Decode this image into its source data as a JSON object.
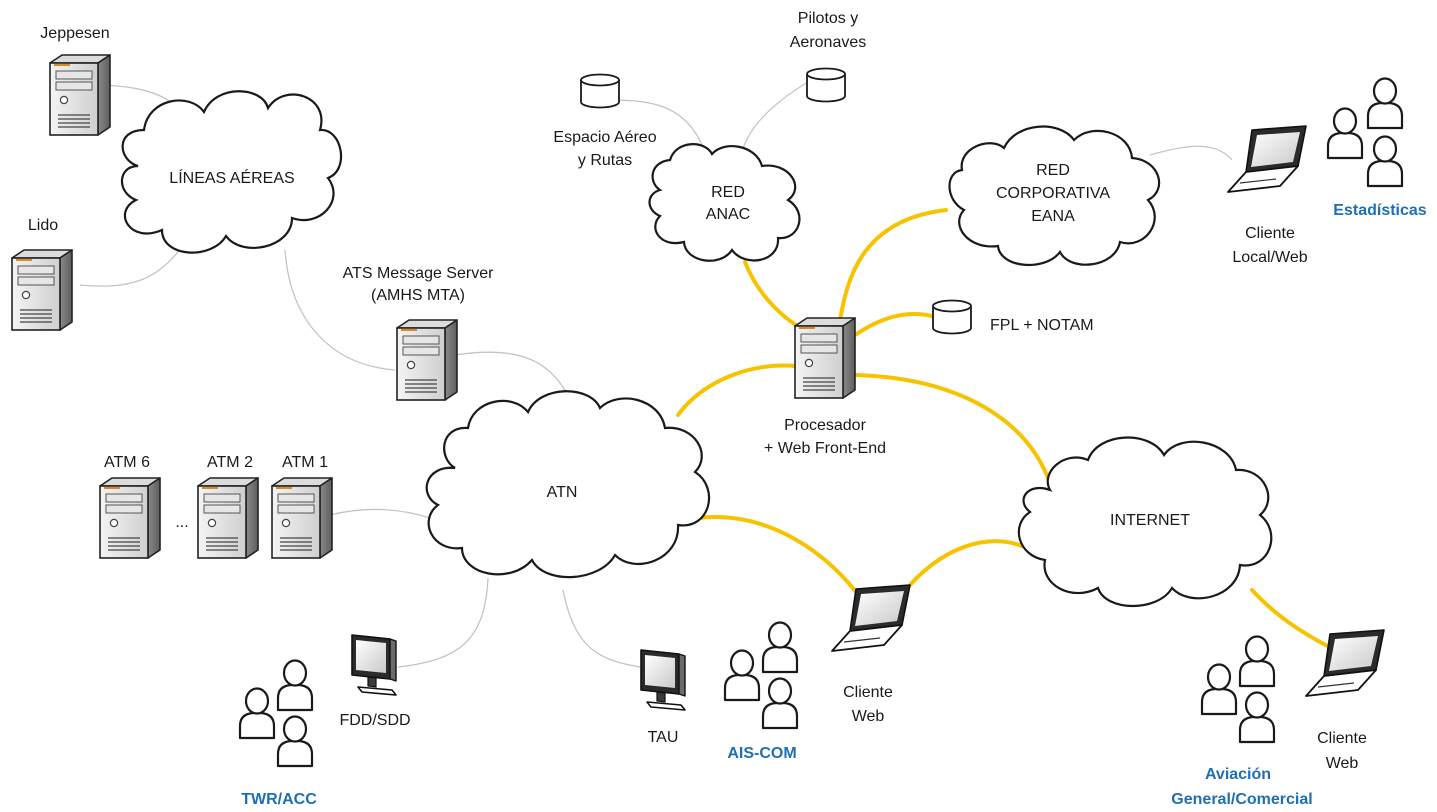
{
  "clouds": {
    "lineas_aereas": "LÍNEAS AÉREAS",
    "red_anac": [
      "RED",
      "ANAC"
    ],
    "red_corporativa": [
      "RED",
      "CORPORATIVA",
      "EANA"
    ],
    "atn": "ATN",
    "internet": "INTERNET"
  },
  "servers": {
    "jeppesen": "Jeppesen",
    "lido": "Lido",
    "ats_message_server": [
      "ATS Message Server",
      "(AMHS MTA)"
    ],
    "procesador": [
      "Procesador",
      "+ Web Front-End"
    ],
    "atm6": "ATM 6",
    "atm2": "ATM 2",
    "atm1": "ATM 1",
    "ellipsis": "..."
  },
  "databases": {
    "espacio_aereo": [
      "Espacio Aéreo",
      "y Rutas"
    ],
    "pilotos": [
      "Pilotos y",
      "Aeronaves"
    ],
    "fpl_notam": "FPL + NOTAM"
  },
  "clients": {
    "cliente_local_web": [
      "Cliente",
      "Local/Web"
    ],
    "cliente_web_center": [
      "Cliente",
      "Web"
    ],
    "cliente_web_right": [
      "Cliente",
      "Web"
    ],
    "fdd_sdd": "FDD/SDD",
    "tau": "TAU"
  },
  "user_groups": {
    "estadisticas": "Estadísticas",
    "twr_acc": "TWR/ACC",
    "ais_com": "AIS-COM",
    "aviacion": [
      "Aviación",
      "General/Comercial"
    ]
  },
  "colors": {
    "primary_link": "#f7c300",
    "secondary_link": "#c4c4c4",
    "user_group_label": "#1f6fb5"
  }
}
